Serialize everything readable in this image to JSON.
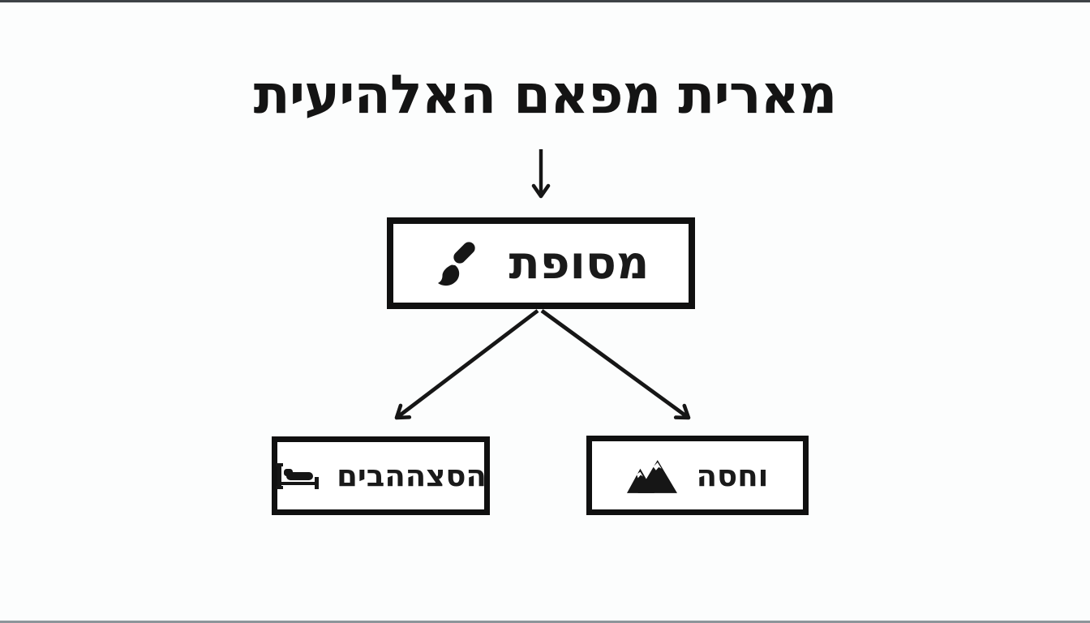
{
  "canvas": {
    "background": "#fcfdfd",
    "ink": "#161616",
    "top_strip_color": "#3e4347",
    "bottom_strip_color": "#8d959a"
  },
  "diagram": {
    "title": "מארית מפאם האלהיעית",
    "root_node": {
      "label": "מסופת",
      "icon": "paintbrush-icon"
    },
    "child_nodes": [
      {
        "label": "הסצההבים",
        "icon": "bed-icon"
      },
      {
        "label": "וחסה",
        "icon": "mountain-icon"
      }
    ]
  }
}
